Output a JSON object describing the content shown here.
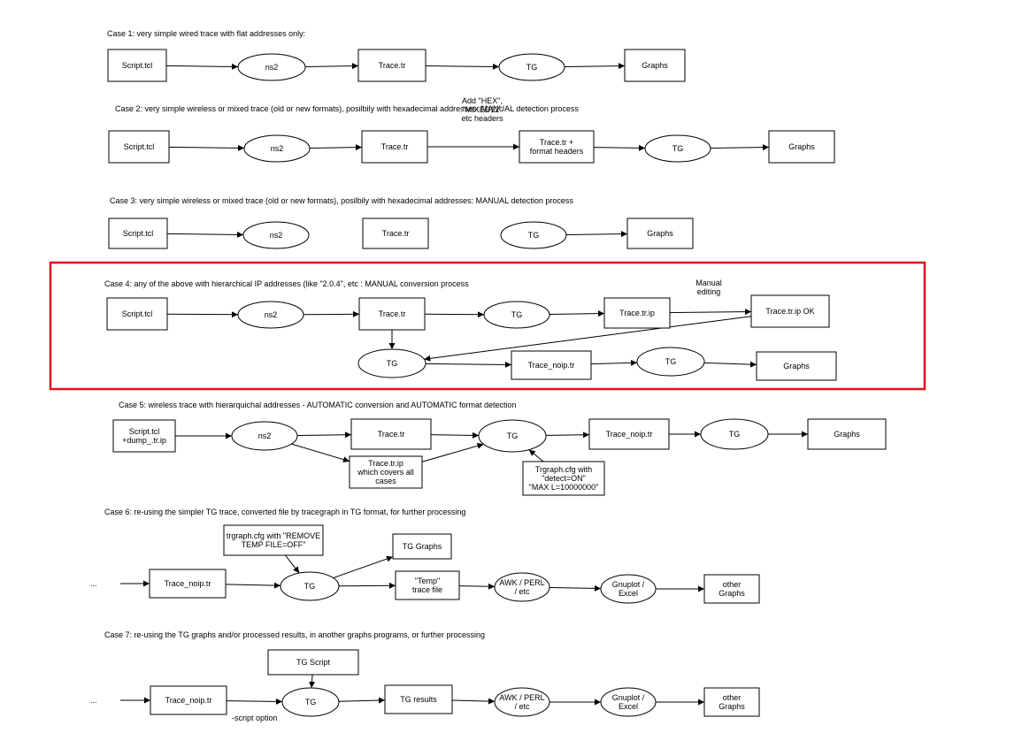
{
  "cases": [
    {
      "title": "Case 1: very simple wired trace with flat addresses only:",
      "nodes": [
        {
          "id": "c1-script",
          "type": "box",
          "lines": [
            "Script.tcl"
          ]
        },
        {
          "id": "c1-ns2",
          "type": "ellipse",
          "lines": [
            "ns2"
          ]
        },
        {
          "id": "c1-trace",
          "type": "box",
          "lines": [
            "Trace.tr"
          ]
        },
        {
          "id": "c1-tg",
          "type": "ellipse",
          "lines": [
            "TG"
          ]
        },
        {
          "id": "c1-graphs",
          "type": "box",
          "lines": [
            "Graphs"
          ]
        }
      ],
      "edges": [
        {
          "from": "c1-script",
          "to": "c1-ns2"
        },
        {
          "from": "c1-ns2",
          "to": "c1-trace"
        },
        {
          "from": "c1-trace",
          "to": "c1-tg"
        },
        {
          "from": "c1-tg",
          "to": "c1-graphs"
        }
      ]
    },
    {
      "title": "Case 2: very simple wireless or mixed trace (old or new formats), posilbily with hexadecimal addresses: MANUAL detection process",
      "nodes": [
        {
          "id": "c2-script",
          "type": "box",
          "lines": [
            "Script.tcl"
          ]
        },
        {
          "id": "c2-ns2",
          "type": "ellipse",
          "lines": [
            "ns2"
          ]
        },
        {
          "id": "c2-trace",
          "type": "box",
          "lines": [
            "Trace.tr"
          ]
        },
        {
          "id": "c2-fmt",
          "type": "box",
          "lines": [
            "Trace.tr +",
            "format headers"
          ]
        },
        {
          "id": "c2-tg",
          "type": "ellipse",
          "lines": [
            "TG"
          ]
        },
        {
          "id": "c2-graphs",
          "type": "box",
          "lines": [
            "Graphs"
          ]
        }
      ],
      "edges": [
        {
          "from": "c2-script",
          "to": "c2-ns2"
        },
        {
          "from": "c2-ns2",
          "to": "c2-trace"
        },
        {
          "from": "c2-trace",
          "to": "c2-fmt",
          "label": [
            "Add \"HEX\",",
            "\"MIXED12\"",
            "etc headers"
          ]
        },
        {
          "from": "c2-fmt",
          "to": "c2-tg"
        },
        {
          "from": "c2-tg",
          "to": "c2-graphs"
        }
      ]
    },
    {
      "title": "Case 3: very simple wireless or mixed trace (old or new formats), posilbily with hexadecimal addresses: MANUAL detection process",
      "nodes": [
        {
          "id": "c3-script",
          "type": "box",
          "lines": [
            "Script.tcl"
          ]
        },
        {
          "id": "c3-ns2",
          "type": "ellipse",
          "lines": [
            "ns2"
          ]
        },
        {
          "id": "c3-trace",
          "type": "box",
          "lines": [
            "Trace.tr"
          ]
        },
        {
          "id": "c3-tg",
          "type": "ellipse",
          "lines": [
            "TG"
          ]
        },
        {
          "id": "c3-graphs",
          "type": "box",
          "lines": [
            "Graphs"
          ]
        }
      ],
      "edges": [
        {
          "from": "c3-script",
          "to": "c3-ns2"
        },
        {
          "from": "c3-tg",
          "to": "c3-graphs"
        }
      ]
    },
    {
      "title": "Case 4: any of the above with hierarchical IP addresses (like \"2.0.4\", etc : MANUAL conversion process",
      "highlighted": true,
      "nodes": [
        {
          "id": "c4-script",
          "type": "box",
          "lines": [
            "Script.tcl"
          ]
        },
        {
          "id": "c4-ns2",
          "type": "ellipse",
          "lines": [
            "ns2"
          ]
        },
        {
          "id": "c4-trace",
          "type": "box",
          "lines": [
            "Trace.tr"
          ]
        },
        {
          "id": "c4-tg1",
          "type": "ellipse",
          "lines": [
            "TG"
          ]
        },
        {
          "id": "c4-tracetrip",
          "type": "box",
          "lines": [
            "Trace.tr.ip"
          ]
        },
        {
          "id": "c4-ipok",
          "type": "box",
          "lines": [
            "Trace.tr.ip OK"
          ]
        },
        {
          "id": "c4-tg2",
          "type": "ellipse",
          "lines": [
            "TG"
          ]
        },
        {
          "id": "c4-noip",
          "type": "box",
          "lines": [
            "Trace_noip.tr"
          ]
        },
        {
          "id": "c4-tg3",
          "type": "ellipse",
          "lines": [
            "TG"
          ]
        },
        {
          "id": "c4-graphs",
          "type": "box",
          "lines": [
            "Graphs"
          ]
        }
      ],
      "edges": [
        {
          "from": "c4-script",
          "to": "c4-ns2"
        },
        {
          "from": "c4-ns2",
          "to": "c4-trace"
        },
        {
          "from": "c4-trace",
          "to": "c4-tg1"
        },
        {
          "from": "c4-tg1",
          "to": "c4-tracetrip"
        },
        {
          "from": "c4-tracetrip",
          "to": "c4-ipok",
          "label": [
            "Manual",
            "editing"
          ]
        },
        {
          "from": "c4-trace",
          "to": "c4-tg2"
        },
        {
          "from": "c4-ipok",
          "to": "c4-tg2"
        },
        {
          "from": "c4-tg2",
          "to": "c4-noip"
        },
        {
          "from": "c4-noip",
          "to": "c4-tg3"
        },
        {
          "from": "c4-tg3",
          "to": "c4-graphs"
        }
      ]
    },
    {
      "title": "Case 5: wireless trace with hierarquichal addresses - AUTOMATIC conversion and AUTOMATIC format detection",
      "nodes": [
        {
          "id": "c5-script",
          "type": "box",
          "lines": [
            "Script.tcl",
            "+dump_.tr.ip"
          ]
        },
        {
          "id": "c5-ns2",
          "type": "ellipse",
          "lines": [
            "ns2"
          ]
        },
        {
          "id": "c5-trace",
          "type": "box",
          "lines": [
            "Trace.tr"
          ]
        },
        {
          "id": "c5-tg1",
          "type": "ellipse",
          "lines": [
            "TG"
          ]
        },
        {
          "id": "c5-noip",
          "type": "box",
          "lines": [
            "Trace_noip.tr"
          ]
        },
        {
          "id": "c5-tg2",
          "type": "ellipse",
          "lines": [
            "TG"
          ]
        },
        {
          "id": "c5-graphs",
          "type": "box",
          "lines": [
            "Graphs"
          ]
        },
        {
          "id": "c5-ipbox",
          "type": "box",
          "lines": [
            "Trace.tr.ip",
            "which covers all",
            "cases"
          ]
        },
        {
          "id": "c5-cfg",
          "type": "box",
          "lines": [
            "Trgraph.cfg with",
            "\"detect=ON\"",
            "\"MAX L=10000000\""
          ]
        }
      ],
      "edges": [
        {
          "from": "c5-script",
          "to": "c5-ns2"
        },
        {
          "from": "c5-ns2",
          "to": "c5-trace"
        },
        {
          "from": "c5-trace",
          "to": "c5-tg1"
        },
        {
          "from": "c5-ns2",
          "to": "c5-ipbox"
        },
        {
          "from": "c5-ipbox",
          "to": "c5-tg1"
        },
        {
          "from": "c5-cfg",
          "to": "c5-tg1"
        },
        {
          "from": "c5-tg1",
          "to": "c5-noip"
        },
        {
          "from": "c5-noip",
          "to": "c5-tg2"
        },
        {
          "from": "c5-tg2",
          "to": "c5-graphs"
        }
      ]
    },
    {
      "title": "Case 6: re-using the simpler TG trace, converted file by tracegraph in TG format, for further processing",
      "nodes": [
        {
          "id": "c6-dots",
          "type": "text",
          "lines": [
            "..."
          ]
        },
        {
          "id": "c6-noip",
          "type": "box",
          "lines": [
            "Trace_noip.tr"
          ]
        },
        {
          "id": "c6-tg",
          "type": "ellipse",
          "lines": [
            "TG"
          ]
        },
        {
          "id": "c6-cfg",
          "type": "box",
          "lines": [
            "trgraph.cfg with \"REMOVE",
            "TEMP FILE=OFF\""
          ]
        },
        {
          "id": "c6-tggraphs",
          "type": "box",
          "lines": [
            "TG Graphs"
          ]
        },
        {
          "id": "c6-temp",
          "type": "box",
          "lines": [
            "\"Temp\"",
            "trace file"
          ]
        },
        {
          "id": "c6-awk",
          "type": "ellipse",
          "lines": [
            "AWK / PERL",
            "/ etc"
          ]
        },
        {
          "id": "c6-gnu",
          "type": "ellipse",
          "lines": [
            "Gnuplot /",
            "Excel"
          ]
        },
        {
          "id": "c6-other",
          "type": "box",
          "lines": [
            "other",
            "Graphs"
          ]
        }
      ],
      "edges": [
        {
          "from": "c6-dots",
          "to": "c6-noip"
        },
        {
          "from": "c6-noip",
          "to": "c6-tg"
        },
        {
          "from": "c6-cfg",
          "to": "c6-tg"
        },
        {
          "from": "c6-tg",
          "to": "c6-tggraphs"
        },
        {
          "from": "c6-tg",
          "to": "c6-temp"
        },
        {
          "from": "c6-temp",
          "to": "c6-awk"
        },
        {
          "from": "c6-awk",
          "to": "c6-gnu"
        },
        {
          "from": "c6-gnu",
          "to": "c6-other"
        }
      ]
    },
    {
      "title": "Case 7: re-using the TG graphs and/or processed results, in another graphs programs, or further processing",
      "nodes": [
        {
          "id": "c7-dots",
          "type": "text",
          "lines": [
            "..."
          ]
        },
        {
          "id": "c7-noip",
          "type": "box",
          "lines": [
            "Trace_noip.tr"
          ]
        },
        {
          "id": "c7-script",
          "type": "box",
          "lines": [
            "TG Script"
          ]
        },
        {
          "id": "c7-tg",
          "type": "ellipse",
          "lines": [
            "TG"
          ]
        },
        {
          "id": "c7-results",
          "type": "box",
          "lines": [
            "TG results"
          ]
        },
        {
          "id": "c7-awk",
          "type": "ellipse",
          "lines": [
            "AWK / PERL",
            "/ etc"
          ]
        },
        {
          "id": "c7-gnu",
          "type": "ellipse",
          "lines": [
            "Gnuplot /",
            "Excel"
          ]
        },
        {
          "id": "c7-other",
          "type": "box",
          "lines": [
            "other",
            "Graphs"
          ]
        }
      ],
      "edges": [
        {
          "from": "c7-dots",
          "to": "c7-noip"
        },
        {
          "from": "c7-noip",
          "to": "c7-tg",
          "label": [
            "-script option"
          ]
        },
        {
          "from": "c7-script",
          "to": "c7-tg"
        },
        {
          "from": "c7-tg",
          "to": "c7-results"
        },
        {
          "from": "c7-results",
          "to": "c7-awk"
        },
        {
          "from": "c7-awk",
          "to": "c7-gnu"
        },
        {
          "from": "c7-gnu",
          "to": "c7-other"
        }
      ]
    }
  ]
}
